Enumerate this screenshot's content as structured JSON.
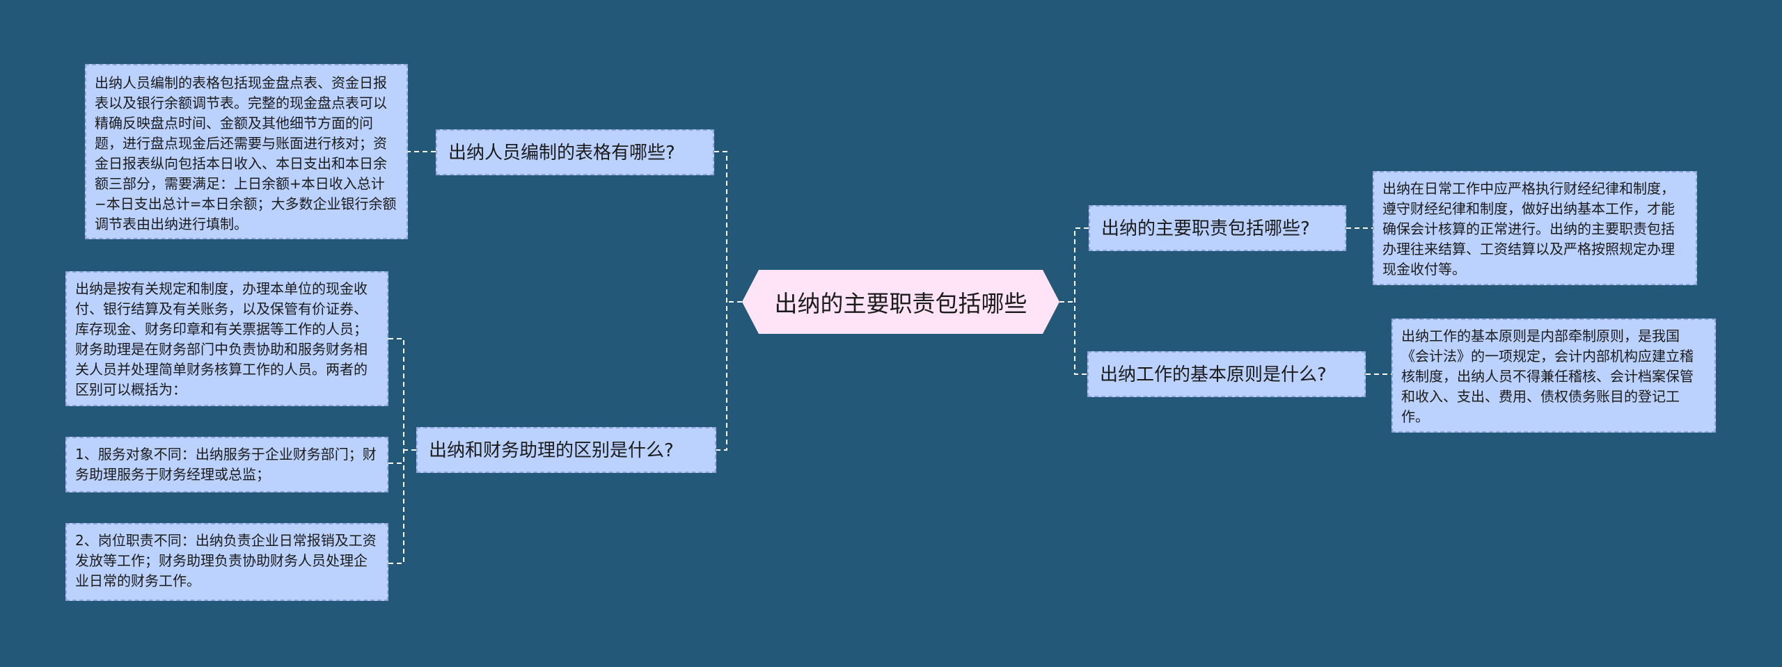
{
  "root": {
    "label": "出纳的主要职责包括哪些"
  },
  "branches": {
    "tables": {
      "question": "出纳人员编制的表格有哪些?",
      "answers": [
        "出纳人员编制的表格包括现金盘点表、资金日报表以及银行余额调节表。完整的现金盘点表可以精确反映盘点时间、金额及其他细节方面的问题，进行盘点现金后还需要与账面进行核对；资金日报表纵向包括本日收入、本日支出和本日余额三部分，需要满足：上日余额+本日收入总计−本日支出总计=本日余额；大多数企业银行余额调节表由出纳进行填制。"
      ]
    },
    "difference": {
      "question": "出纳和财务助理的区别是什么?",
      "answers": [
        "出纳是按有关规定和制度，办理本单位的现金收付、银行结算及有关账务，以及保管有价证券、库存现金、财务印章和有关票据等工作的人员；财务助理是在财务部门中负责协助和服务财务相关人员并处理简单财务核算工作的人员。两者的区别可以概括为：",
        "1、服务对象不同：出纳服务于企业财务部门；财务助理服务于财务经理或总监；",
        "2、岗位职责不同：出纳负责企业日常报销及工资发放等工作；财务助理负责协助财务人员处理企业日常的财务工作。"
      ]
    },
    "duties": {
      "question": "出纳的主要职责包括哪些?",
      "answers": [
        "出纳在日常工作中应严格执行财经纪律和制度，遵守财经纪律和制度，做好出纳基本工作，才能确保会计核算的正常进行。出纳的主要职责包括办理往来结算、工资结算以及严格按照规定办理现金收付等。"
      ]
    },
    "principles": {
      "question": "出纳工作的基本原则是什么?",
      "answers": [
        "出纳工作的基本原则是内部牵制原则，是我国《会计法》的一项规定，会计内部机构应建立稽核制度，出纳人员不得兼任稽核、会计档案保管和收入、支出、费用、债权债务账目的登记工作。"
      ]
    }
  }
}
